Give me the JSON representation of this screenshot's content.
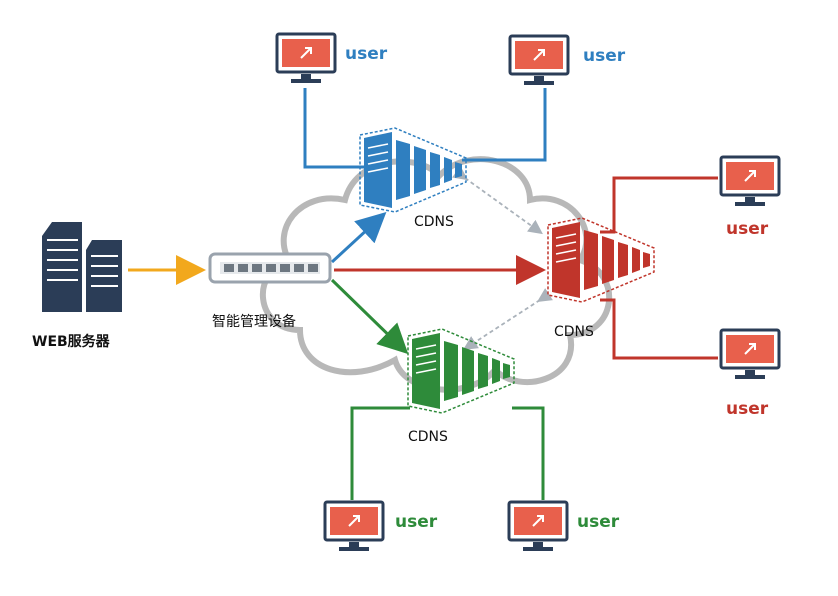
{
  "labels": {
    "web_server": "WEB服务器",
    "smart_device": "智能管理设备",
    "cdns_top": "CDNS",
    "cdns_right": "CDNS",
    "cdns_bottom": "CDNS",
    "user_top_left": "user",
    "user_top_right": "user",
    "user_right_top": "user",
    "user_right_bottom": "user",
    "user_bottom_left": "user",
    "user_bottom_right": "user"
  },
  "colors": {
    "blue": "#2f7fc0",
    "red": "#c0352b",
    "green": "#2e8b3a",
    "orange": "#f2a81d",
    "navy": "#2b3d57",
    "cloud": "#b8b8b8",
    "screen": "#e8604c",
    "dashed_link": "#aab2ba"
  }
}
